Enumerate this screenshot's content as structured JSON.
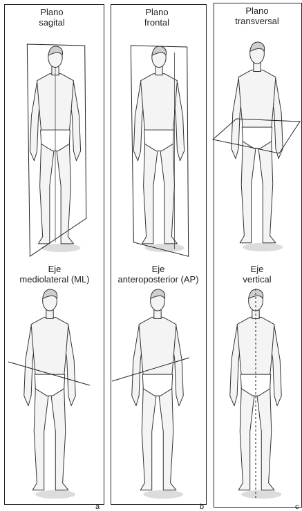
{
  "panels": [
    {
      "letter": "a",
      "top": {
        "line1": "Plano",
        "line2": "sagital"
      },
      "bottom": {
        "line1": "Eje",
        "line2": "mediolateral (ML)"
      }
    },
    {
      "letter": "b",
      "top": {
        "line1": "Plano",
        "line2": "frontal"
      },
      "bottom": {
        "line1": "Eje",
        "line2": "anteroposterior (AP)"
      }
    },
    {
      "letter": "c",
      "top": {
        "line1": "Plano",
        "line2": "transversal"
      },
      "bottom": {
        "line1": "Eje",
        "line2": "vertical"
      }
    }
  ]
}
